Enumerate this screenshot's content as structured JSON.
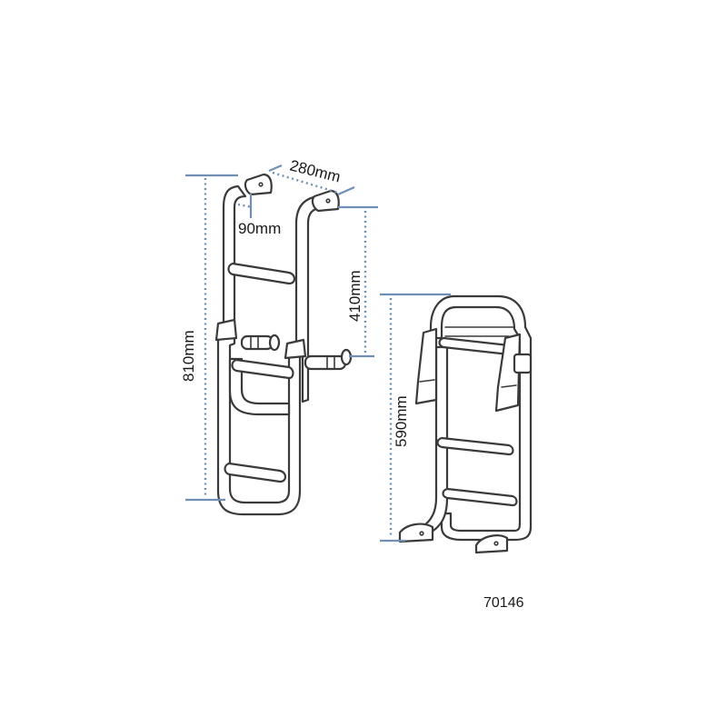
{
  "dimensions": {
    "depth": "280mm",
    "offset": "90mm",
    "upper_height": "410mm",
    "total_height": "810mm",
    "folded_height": "590mm"
  },
  "product_code": "70146",
  "colors": {
    "dimension_line": "#6f8fb5",
    "outline": "#3a3a3a"
  }
}
